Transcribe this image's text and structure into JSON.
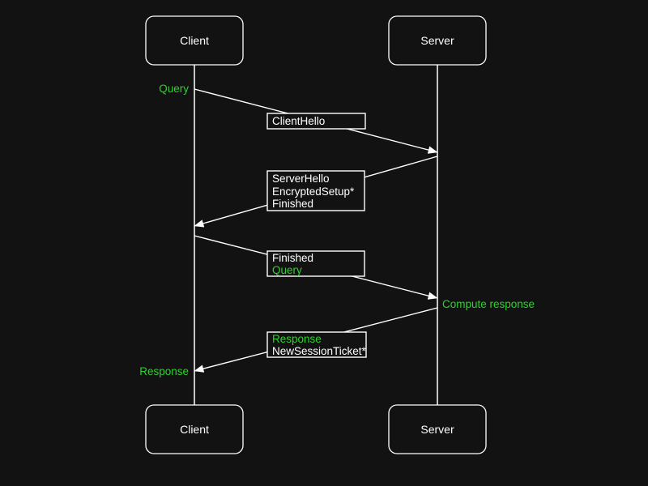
{
  "colors": {
    "background": "#121212",
    "line": "#ffffff",
    "text": "#ffffff",
    "green": "#2dd22d"
  },
  "actors": {
    "client_top": "Client",
    "server_top": "Server",
    "client_bottom": "Client",
    "server_bottom": "Server"
  },
  "side_labels": {
    "query": "Query",
    "compute_response": "Compute response",
    "response": "Response"
  },
  "messages": [
    {
      "from": "Client",
      "to": "Server",
      "lines": [
        {
          "text": "ClientHello",
          "color": "#ffffff"
        }
      ]
    },
    {
      "from": "Server",
      "to": "Client",
      "lines": [
        {
          "text": "ServerHello",
          "color": "#ffffff"
        },
        {
          "text": "EncryptedSetup*",
          "color": "#ffffff"
        },
        {
          "text": "Finished",
          "color": "#ffffff"
        }
      ]
    },
    {
      "from": "Client",
      "to": "Server",
      "lines": [
        {
          "text": "Finished",
          "color": "#ffffff"
        },
        {
          "text": "Query",
          "color": "#2dd22d"
        }
      ]
    },
    {
      "from": "Server",
      "to": "Client",
      "lines": [
        {
          "text": "Response",
          "color": "#2dd22d"
        },
        {
          "text": "NewSessionTicket*",
          "color": "#ffffff"
        }
      ]
    }
  ]
}
